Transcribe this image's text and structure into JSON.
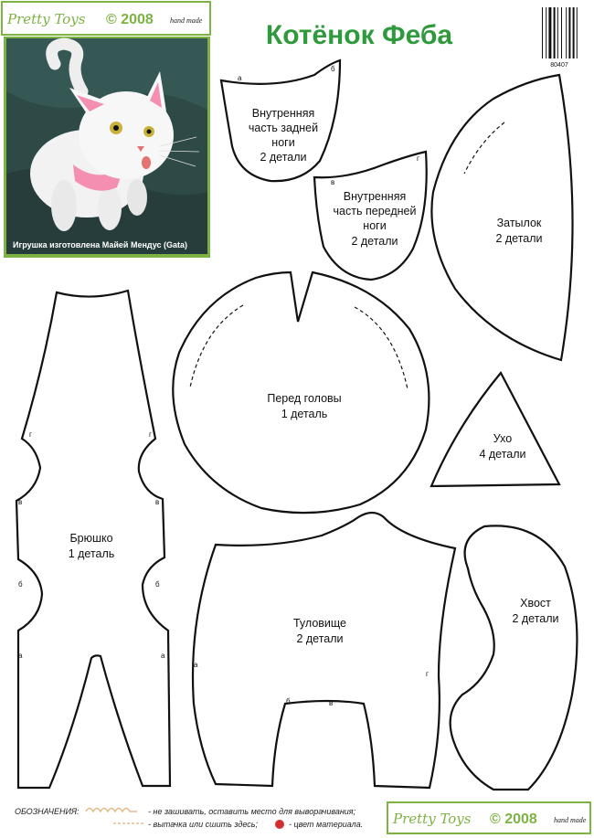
{
  "brand": {
    "name": "Pretty Toys",
    "year": "© 2008",
    "tagline": "hand made",
    "color": "#7cb342"
  },
  "title": {
    "text": "Котёнок Феба",
    "color": "#2e9a3c"
  },
  "barcode": {
    "number": "80407"
  },
  "photo": {
    "subject": "white felt kitten toy with pink ears",
    "caption": "Игрушка изготовлена  Майей  Мендус (Gata)"
  },
  "pieces": {
    "back_leg": {
      "name": "Внутренняя",
      "line2": "часть задней",
      "line3": "ноги",
      "count": "2 детали"
    },
    "front_leg": {
      "name": "Внутренняя",
      "line2": "часть передней",
      "line3": "ноги",
      "count": "2 детали"
    },
    "nape": {
      "name": "Затылок",
      "count": "2 детали"
    },
    "head_front": {
      "name": "Перед головы",
      "count": "1 деталь"
    },
    "ear": {
      "name": "Ухо",
      "count": "4 детали"
    },
    "belly": {
      "name": "Брюшко",
      "count": "1 деталь"
    },
    "torso": {
      "name": "Туловище",
      "count": "2 детали"
    },
    "tail": {
      "name": "Хвост",
      "count": "2 детали"
    }
  },
  "marks": {
    "a": "а",
    "b": "б",
    "v": "в",
    "g": "г"
  },
  "legend": {
    "heading": "ОБОЗНАЧЕНИЯ:",
    "item1": "- не зашивать, оставить место  для выворачивания;",
    "item2": "- вытачка или сшить здесь;",
    "item3": "- цвет материала."
  },
  "colors": {
    "accent_green": "#7cb342",
    "title_green": "#2e9a3c",
    "material_dot": "#d32f2f"
  }
}
